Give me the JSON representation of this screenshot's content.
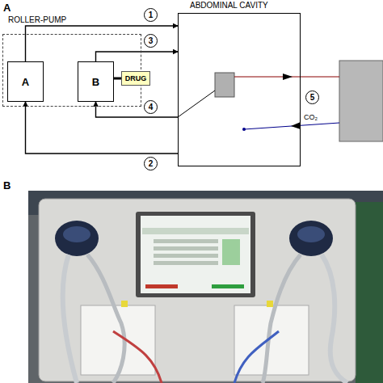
{
  "diagram": {
    "nodes": [
      {
        "text": [
          "ROLLER-PUMP"
        ]
      },
      {
        "text": [
          "A"
        ],
        "in": 0
      },
      {
        "text": [
          "B"
        ],
        "in": 0
      },
      {
        "text": [
          "DRUG"
        ]
      },
      {
        "text": [
          "ABDOMINAL CAVITY"
        ]
      }
    ],
    "edges": [
      {
        "from": 1,
        "to": 4,
        "arrow": "to"
      },
      {
        "from": 2,
        "to": 4,
        "arrow": "to"
      },
      {
        "from": 4,
        "to": 2,
        "arrow": "to"
      },
      {
        "from": 4,
        "to": 1,
        "arrow": "to"
      },
      {
        "from": 2,
        "to": 3,
        "arrow": "none"
      }
    ],
    "labels": [
      "A",
      "1",
      "3",
      "4",
      "2",
      "5",
      "CO₂",
      "B"
    ]
  }
}
